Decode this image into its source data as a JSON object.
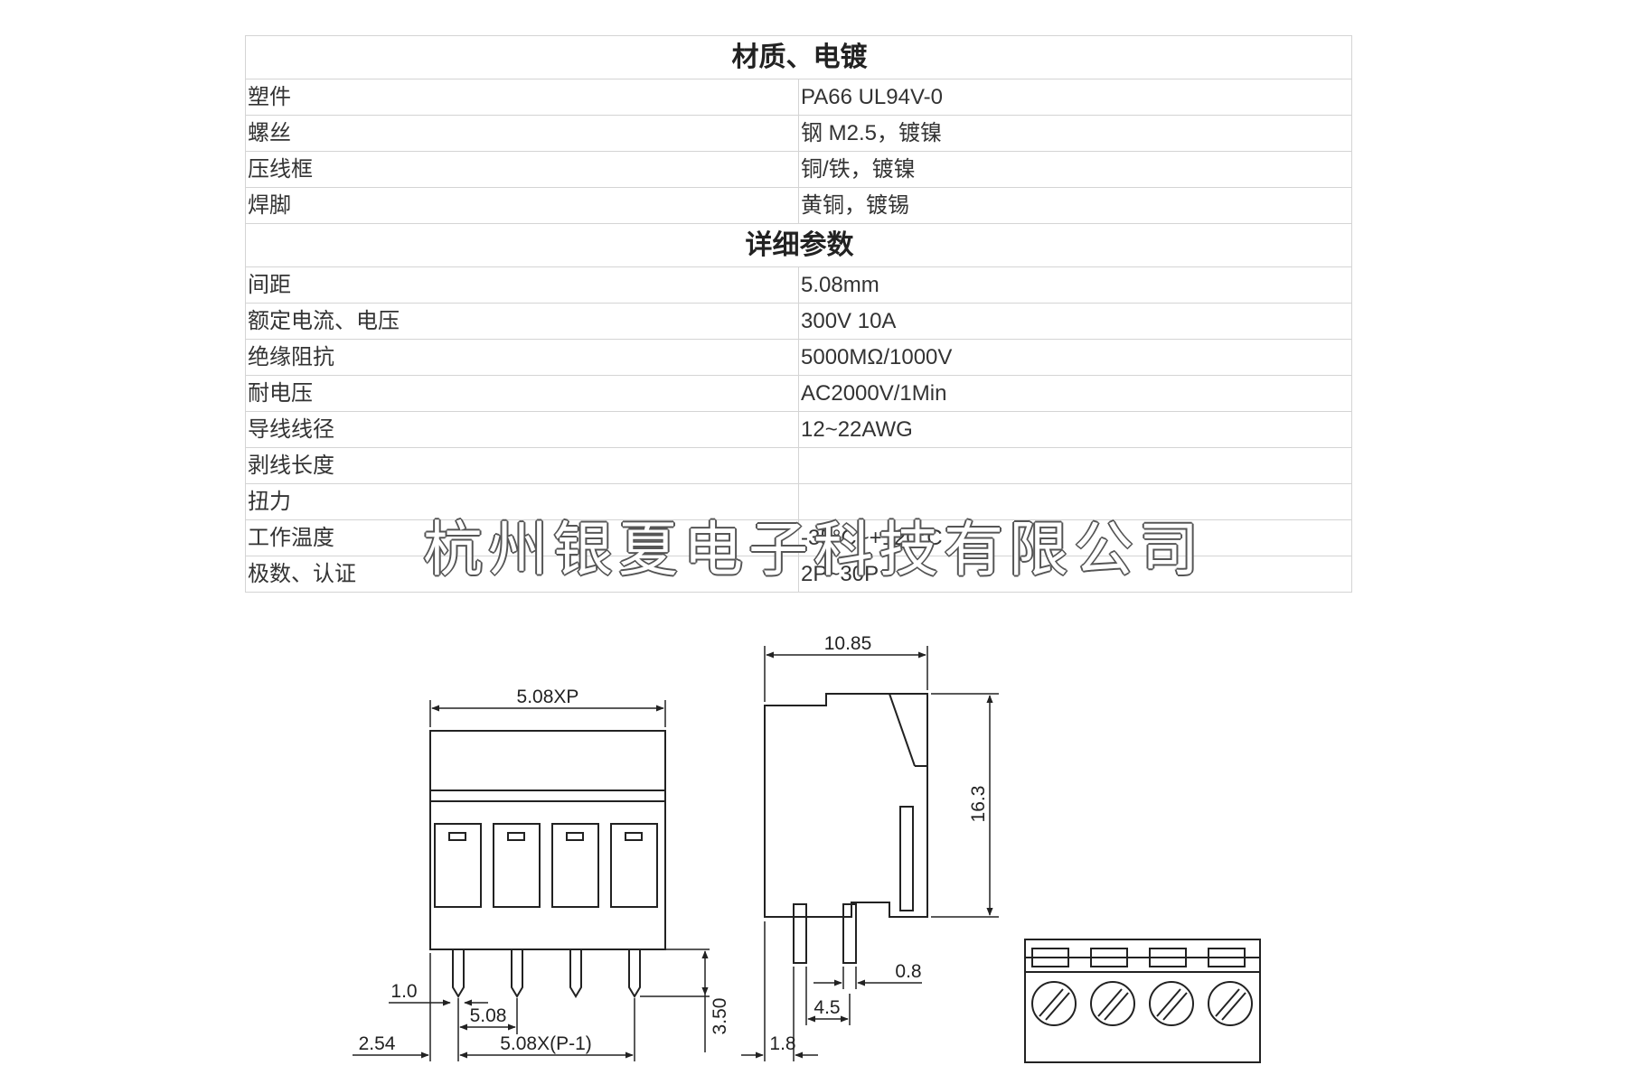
{
  "material_section": {
    "title": "材质、电镀",
    "rows": [
      {
        "label": "塑件",
        "value": "PA66 UL94V-0"
      },
      {
        "label": "螺丝",
        "value": "钢 M2.5，镀镍"
      },
      {
        "label": "压线框",
        "value": "铜/铁，镀镍"
      },
      {
        "label": "焊脚",
        "value": "黄铜，镀锡"
      }
    ]
  },
  "detail_section": {
    "title": "详细参数",
    "rows": [
      {
        "label": "间距",
        "value": "5.08mm"
      },
      {
        "label": "额定电流、电压",
        "value": "300V  10A"
      },
      {
        "label": "绝缘阻抗",
        "value": "5000MΩ/1000V"
      },
      {
        "label": "耐电压",
        "value": "AC2000V/1Min"
      },
      {
        "label": "导线线径",
        "value": "12~22AWG"
      },
      {
        "label": "剥线长度",
        "value": ""
      },
      {
        "label": "扭力",
        "value": ""
      },
      {
        "label": "工作温度",
        "value": "-35°C~+120°C"
      },
      {
        "label": "极数、认证",
        "value": "2P~30P"
      }
    ]
  },
  "watermark": "杭州银夏电子科技有限公司",
  "drawing": {
    "front_width": "5.08XP",
    "pin_width": "1.0",
    "pin_pitch": "5.08",
    "pin_offset": "2.54",
    "pin_span": "5.08X(P-1)",
    "pin_length": "3.50",
    "side_depth": "10.85",
    "side_height": "16.3",
    "pin_thickness": "0.8",
    "pin_spacing": "4.5",
    "pin_edge": "1.8"
  }
}
